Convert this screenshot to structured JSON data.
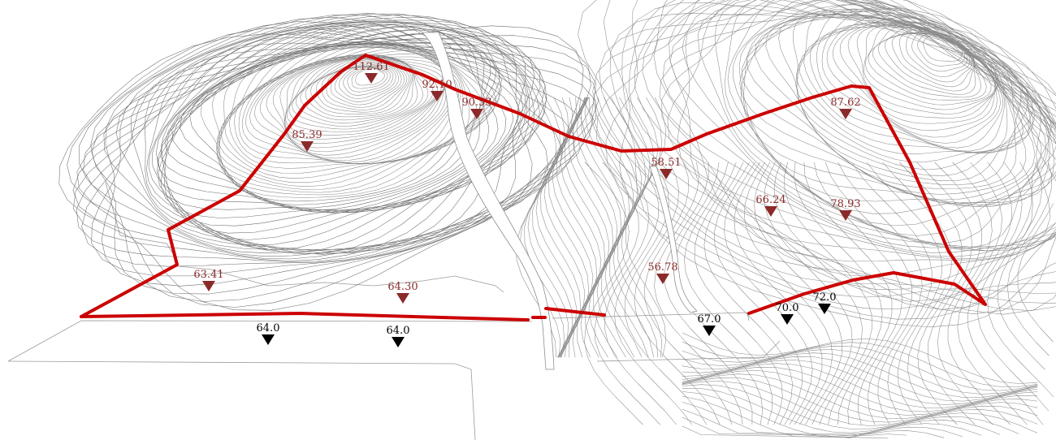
{
  "colors": {
    "background": "#ffffff",
    "contour": "#8a8a8a",
    "boundary": "#cc0000",
    "existing_marker": "#8b2a2a",
    "design_marker": "#000000"
  },
  "icons": {
    "existing_marker": "triangle-down-icon",
    "design_marker": "triangle-down-icon"
  },
  "existing_elevations": [
    {
      "id": "e1",
      "label": "112.61"
    },
    {
      "id": "e2",
      "label": "92.10"
    },
    {
      "id": "e3",
      "label": "90.53"
    },
    {
      "id": "e4",
      "label": "85.39"
    },
    {
      "id": "e5",
      "label": "87.62"
    },
    {
      "id": "e6",
      "label": "58.51"
    },
    {
      "id": "e7",
      "label": "66.24"
    },
    {
      "id": "e8",
      "label": "78.93"
    },
    {
      "id": "e9",
      "label": "56.78"
    },
    {
      "id": "e10",
      "label": "63.41"
    },
    {
      "id": "e11",
      "label": "64.30"
    }
  ],
  "design_elevations": [
    {
      "id": "d1",
      "label": "64.0"
    },
    {
      "id": "d2",
      "label": "64.0"
    },
    {
      "id": "d3",
      "label": "67.0"
    },
    {
      "id": "d4",
      "label": "70.0"
    },
    {
      "id": "d5",
      "label": "72.0"
    }
  ]
}
